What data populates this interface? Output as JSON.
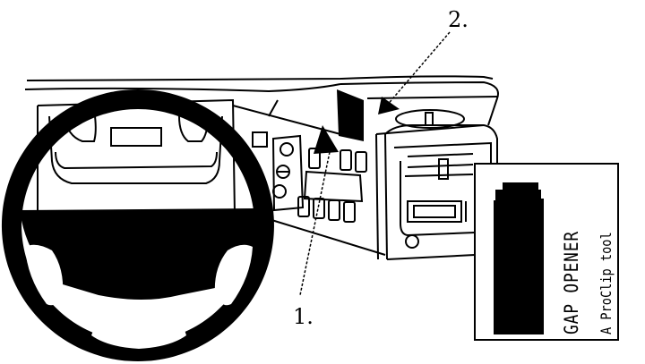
{
  "diagram": {
    "type": "installation-diagram",
    "subject": "vehicle dashboard with steering wheel and center console",
    "callouts": [
      {
        "id": 1,
        "label": "1.",
        "target": "arrow pointing up at gap above center switch panel"
      },
      {
        "id": 2,
        "label": "2.",
        "target": "arrow pointing at gap beside center console near mounting bracket"
      }
    ],
    "inset": {
      "title": "GAP OPENER",
      "subtitle": "A ProClip tool",
      "icon": "gap-opener-tool-icon"
    },
    "colors": {
      "ink": "#000000",
      "paper": "#ffffff"
    }
  }
}
